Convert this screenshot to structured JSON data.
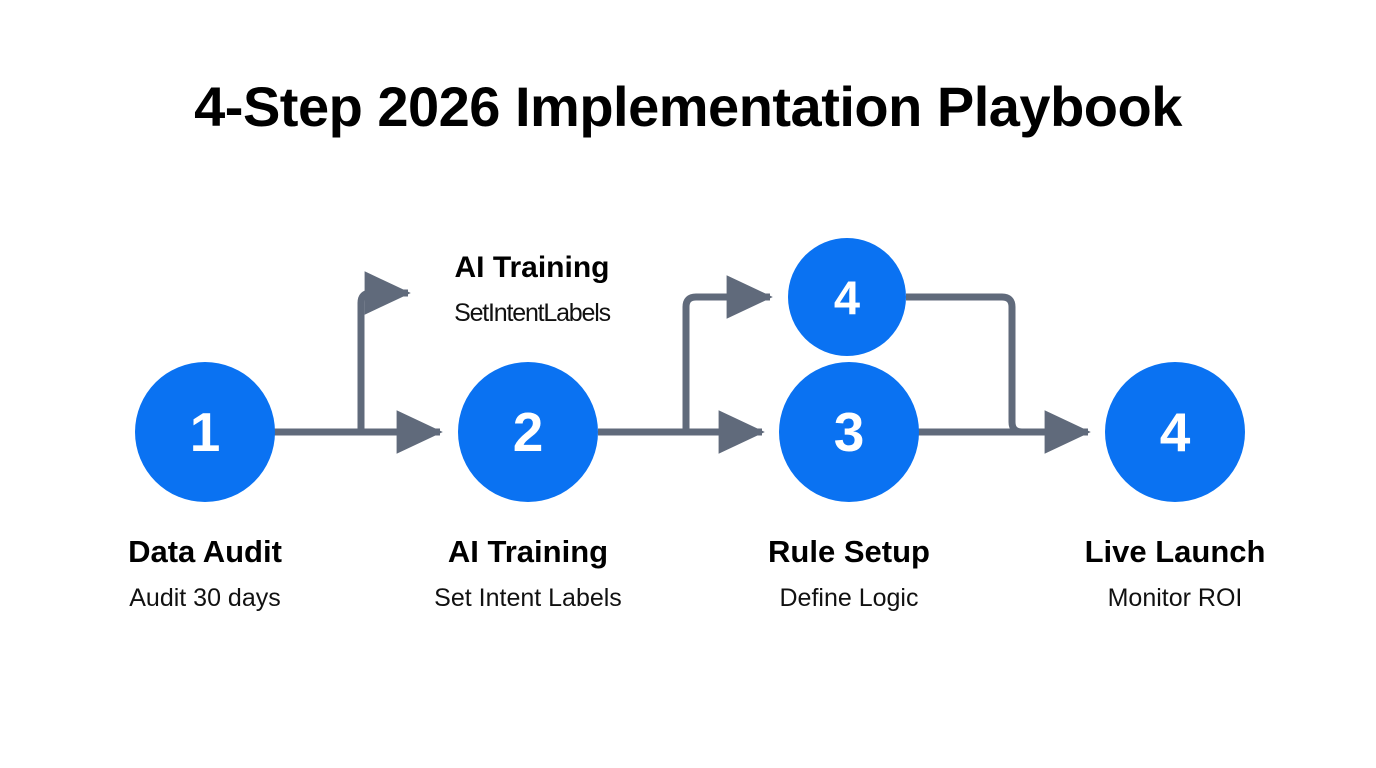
{
  "page": {
    "title": "4-Step 2026 Implementation Playbook",
    "background_color": "#ffffff"
  },
  "theme": {
    "node_color": "#0a72f2",
    "node_text_color": "#ffffff",
    "connector_color": "#606a7b",
    "text_color": "#000000"
  },
  "nodes": [
    {
      "id": "node-1",
      "number": "1",
      "label": "Data Audit",
      "sub": "Audit 30 days"
    },
    {
      "id": "node-2",
      "number": "2",
      "label": "AI Training",
      "sub": "Set Intent Labels"
    },
    {
      "id": "node-3",
      "number": "3",
      "label": "Rule Setup",
      "sub": "Define Logic"
    },
    {
      "id": "node-4",
      "number": "4",
      "label": "Live Launch",
      "sub": "Monitor ROI"
    }
  ],
  "branch_nodes": [
    {
      "id": "branch-node-4",
      "number": "4"
    }
  ],
  "branch_labels": [
    {
      "id": "branch-label-ai-training",
      "label": "AI Training",
      "sub": "SetIntentLabels"
    }
  ],
  "chart_data": {
    "type": "diagram",
    "title": "4-Step 2026 Implementation Playbook",
    "layout": "horizontal-flow-with-branches",
    "steps": [
      {
        "step": 1,
        "number": "1",
        "name": "Data Audit",
        "detail": "Audit 30 days"
      },
      {
        "step": 2,
        "number": "2",
        "name": "AI Training",
        "detail": "Set Intent Labels"
      },
      {
        "step": 3,
        "number": "3",
        "name": "Rule Setup",
        "detail": "Define Logic"
      },
      {
        "step": 4,
        "number": "4",
        "name": "Live Launch",
        "detail": "Monitor ROI"
      }
    ],
    "branches": [
      {
        "from": "1",
        "to": "AI Training",
        "detail": "SetIntentLabels"
      },
      {
        "from": "2",
        "to": "4"
      },
      {
        "from": "4",
        "to": "4"
      }
    ]
  }
}
